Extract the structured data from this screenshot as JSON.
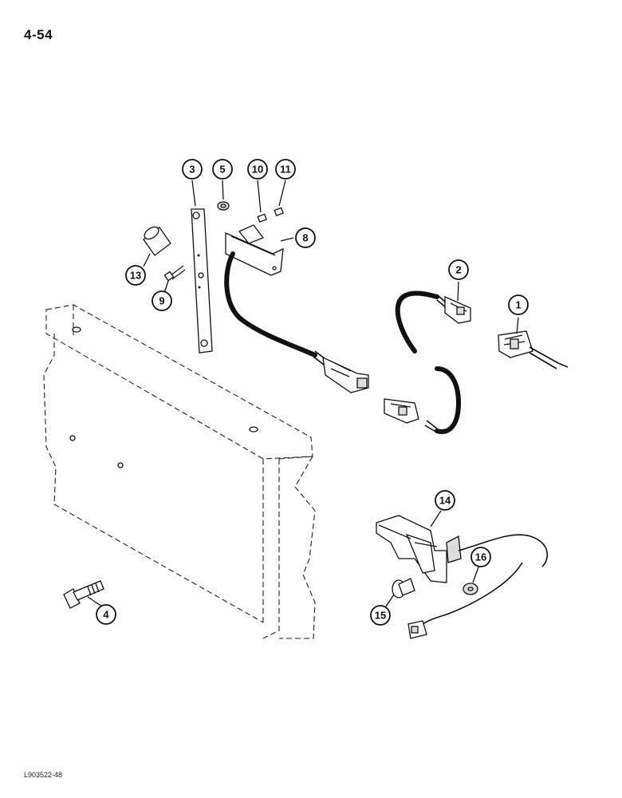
{
  "page": {
    "page_number": "4-54",
    "figure_id": "L903522-48"
  },
  "callouts": {
    "c1": "1",
    "c2": "2",
    "c3": "3",
    "c4": "4",
    "c5": "5",
    "c8": "8",
    "c9": "9",
    "c10": "10",
    "c11": "11",
    "c13": "13",
    "c14": "14",
    "c15": "15",
    "c16": "16"
  }
}
